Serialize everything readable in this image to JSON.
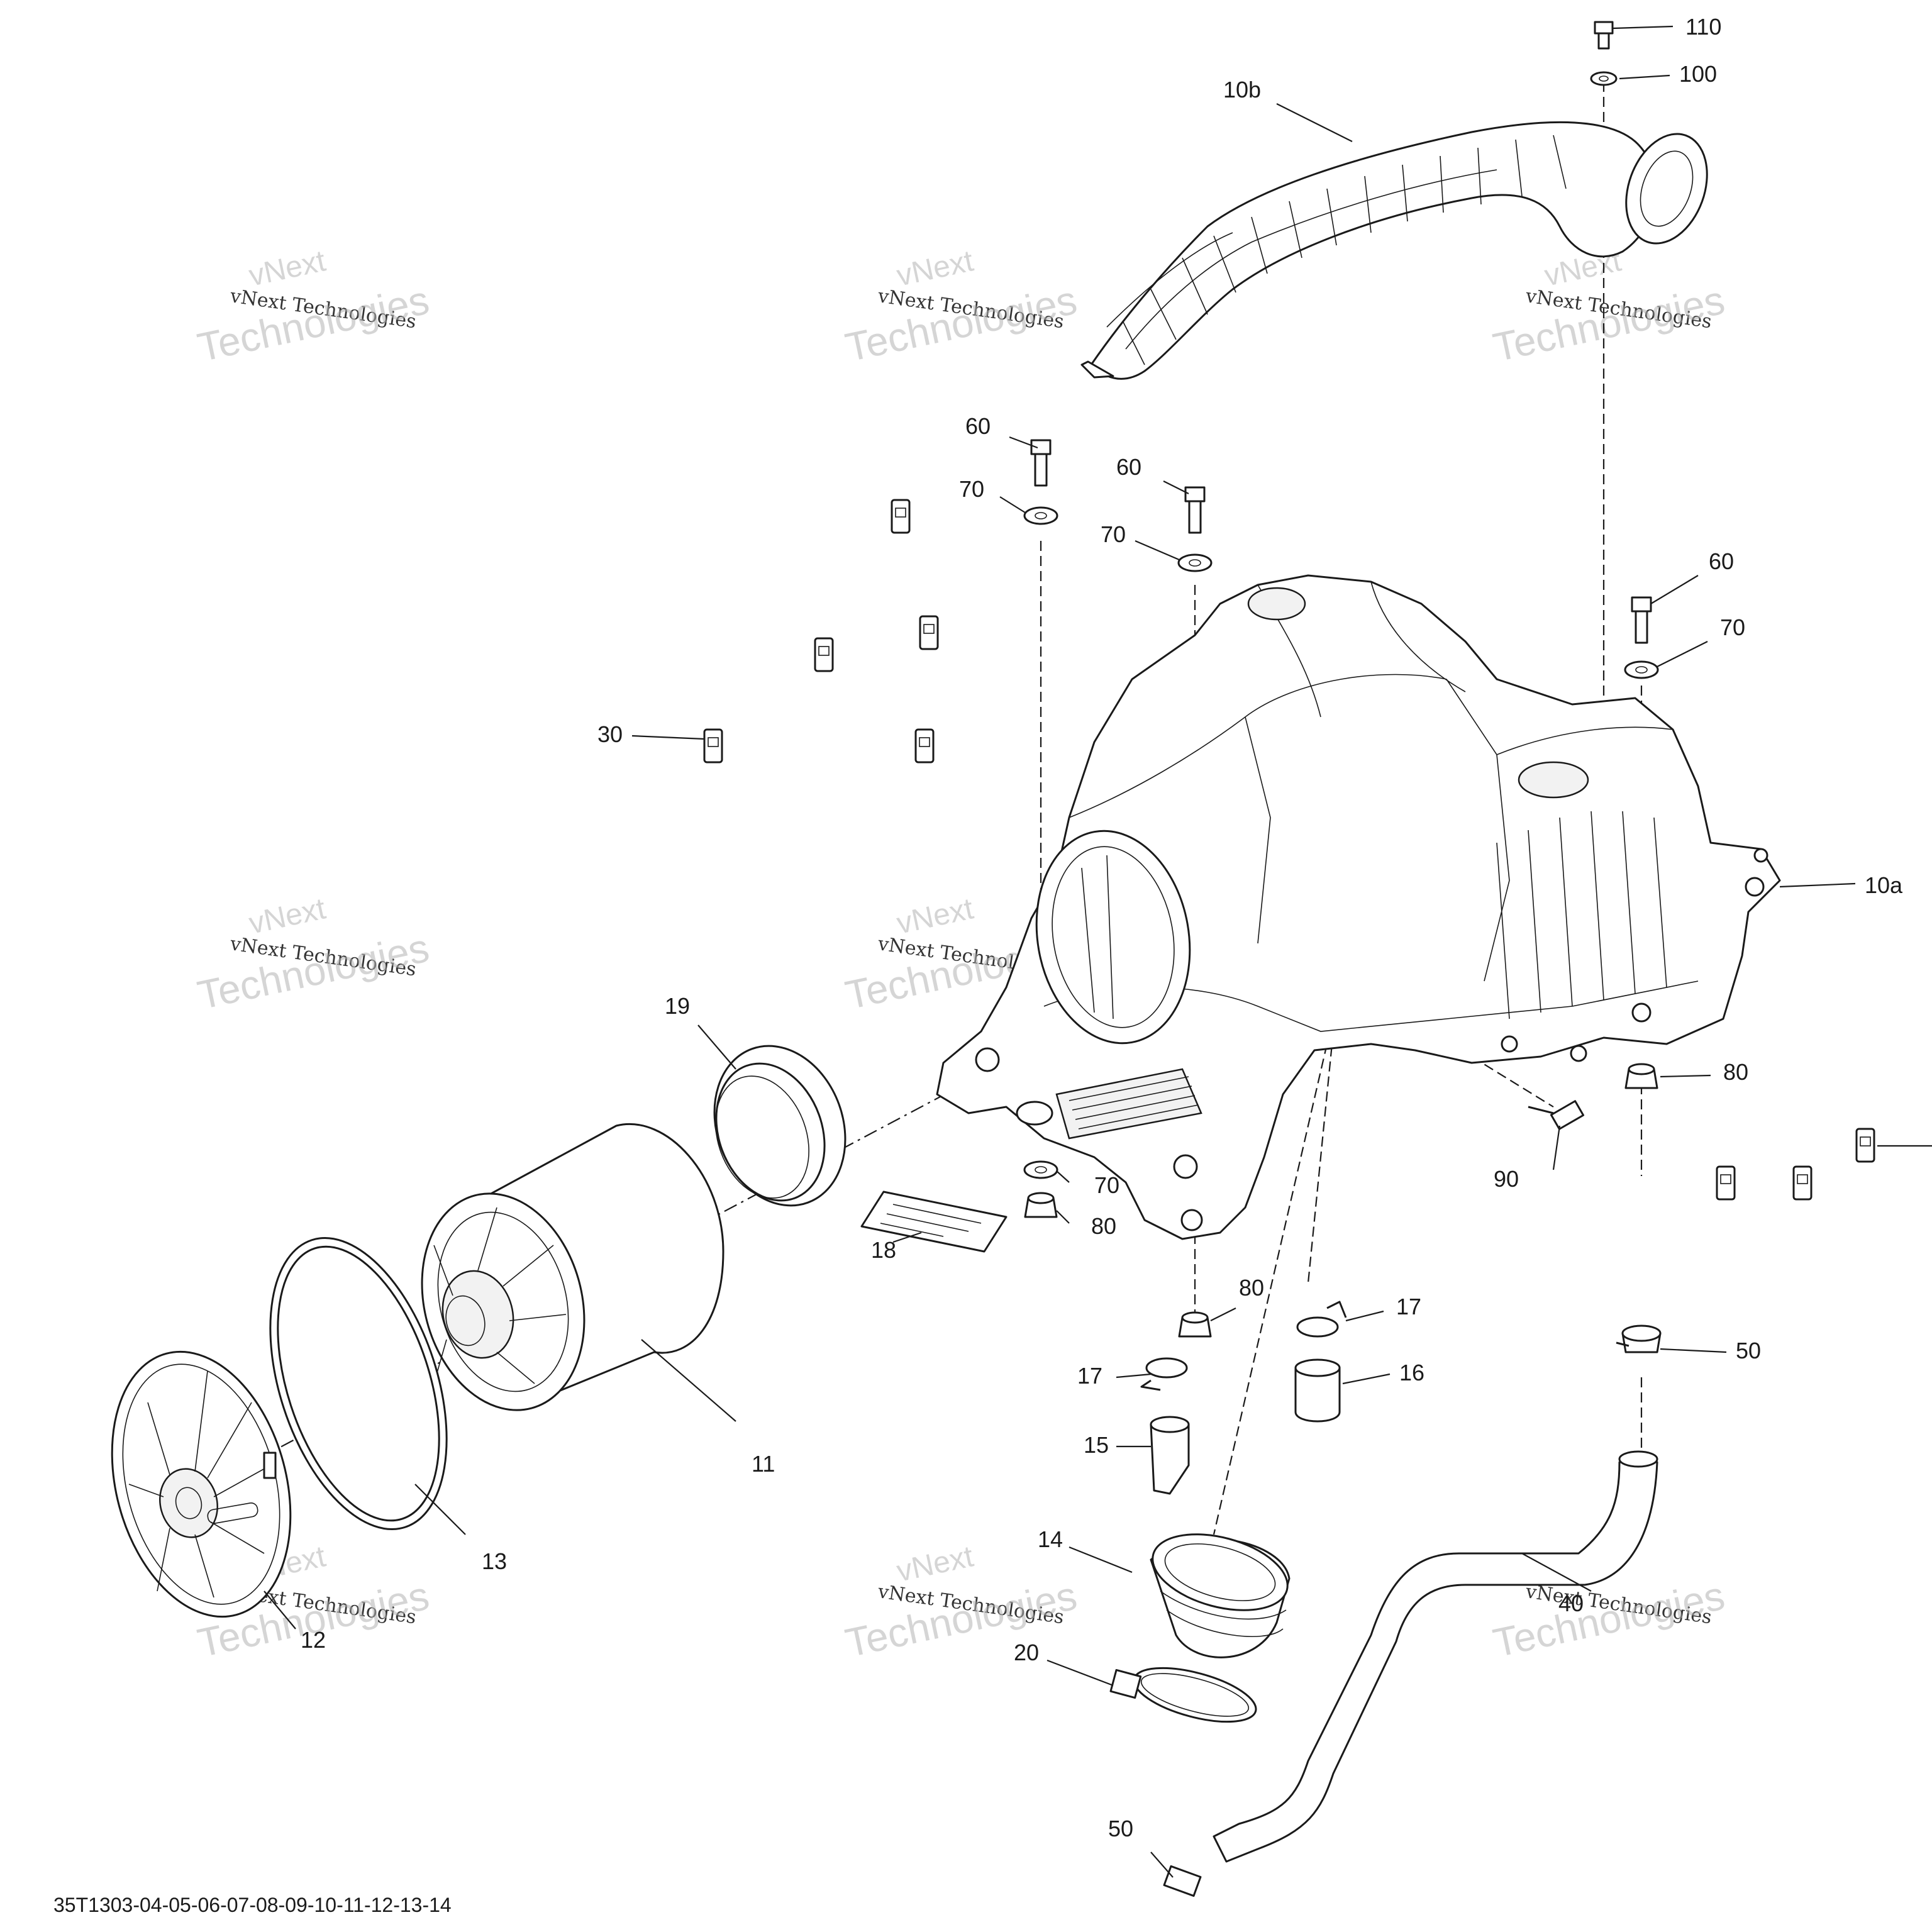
{
  "drawing_id": "35T1303-04-05-06-07-08-09-10-11-12-13-14",
  "watermark": {
    "line_a": "vNext",
    "line_b": "vNext Technologies",
    "line_c": "Technologies"
  },
  "callouts": {
    "c110": "110",
    "c100": "100",
    "c10b": "10b",
    "c60_a": "60",
    "c60_b": "60",
    "c60_c": "60",
    "c70_a": "70",
    "c70_b": "70",
    "c70_c": "70",
    "c70_d": "70",
    "c30": "30",
    "c10a": "10a",
    "c19": "19",
    "c80_a": "80",
    "c80_b": "80",
    "c80_c": "80",
    "c90": "90",
    "c18": "18",
    "c11": "11",
    "c17_a": "17",
    "c17_b": "17",
    "c16": "16",
    "c50_a": "50",
    "c50_b": "50",
    "c15": "15",
    "c14": "14",
    "c13": "13",
    "c12": "12",
    "c20": "20",
    "c40": "40"
  }
}
